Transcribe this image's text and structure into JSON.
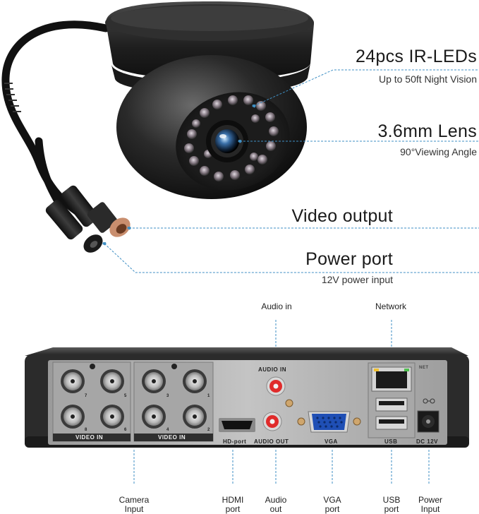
{
  "camera_features": [
    {
      "title": "24pcs IR-LEDs",
      "subtitle": "Up to 50ft Night Vision"
    },
    {
      "title": "3.6mm Lens",
      "subtitle": "90°Viewing Angle"
    },
    {
      "title": "Video output",
      "subtitle": ""
    },
    {
      "title": "Power port",
      "subtitle": "12V power input"
    }
  ],
  "dvr_top_labels": {
    "audio_in": "Audio in",
    "network": "Network"
  },
  "dvr_panel": {
    "video_in_left": "VIDEO IN",
    "video_in_right": "VIDEO IN",
    "audio_in": "AUDIO IN",
    "hd_port": "HD-port",
    "audio_out": "AUDIO OUT",
    "vga": "VGA",
    "usb": "USB",
    "dc": "DC 12V",
    "net": "NET",
    "ch_left": [
      "7",
      "5",
      "8",
      "6"
    ],
    "ch_right": [
      "3",
      "1",
      "4",
      "2"
    ]
  },
  "bottom_labels": [
    {
      "line1": "Camera",
      "line2": "Input"
    },
    {
      "line1": "HDMI",
      "line2": "port"
    },
    {
      "line1": "Audio",
      "line2": "out"
    },
    {
      "line1": "VGA",
      "line2": "port"
    },
    {
      "line1": "USB",
      "line2": "port"
    },
    {
      "line1": "Power",
      "line2": "Input"
    }
  ],
  "colors": {
    "callout_line": "#3f8fc4",
    "dvr_body": "#2b2b2b",
    "panel": "#b5b5b5"
  }
}
